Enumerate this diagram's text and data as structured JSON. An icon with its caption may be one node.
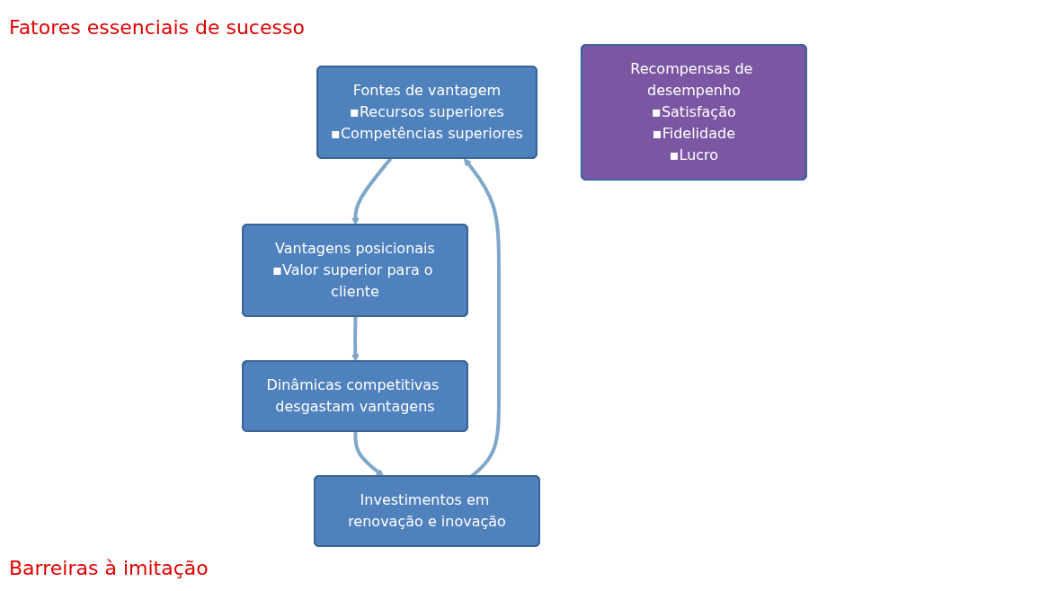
{
  "diagram": {
    "nodes": [
      {
        "text": [
          "Fontes de vantagem",
          "▪Recursos  superiores",
          "▪Competências superiores"
        ]
      },
      {
        "text": [
          "Vantagens posicionais",
          "▪Valor superior para o cliente"
        ]
      },
      {
        "text": [
          "Recompensas de desempenho",
          "▪Satisfação",
          "▪Fidelidade",
          "▪Lucro"
        ]
      },
      {
        "text": [
          "Investimentos em renovação e inovação"
        ]
      },
      {
        "text": [
          "Dinâmicas competitivas desgastam vantagens"
        ]
      }
    ],
    "edges": [
      {
        "from": 0,
        "to": 1,
        "arrow": "to"
      },
      {
        "from": 1,
        "to": 4,
        "arrow": "to"
      },
      {
        "from": 4,
        "to": 3,
        "arrow": "to"
      },
      {
        "from": 3,
        "to": 0,
        "arrow": "to"
      }
    ],
    "labels": [
      "Fatores essenciais de sucesso",
      "Barreiras à imitação"
    ]
  }
}
